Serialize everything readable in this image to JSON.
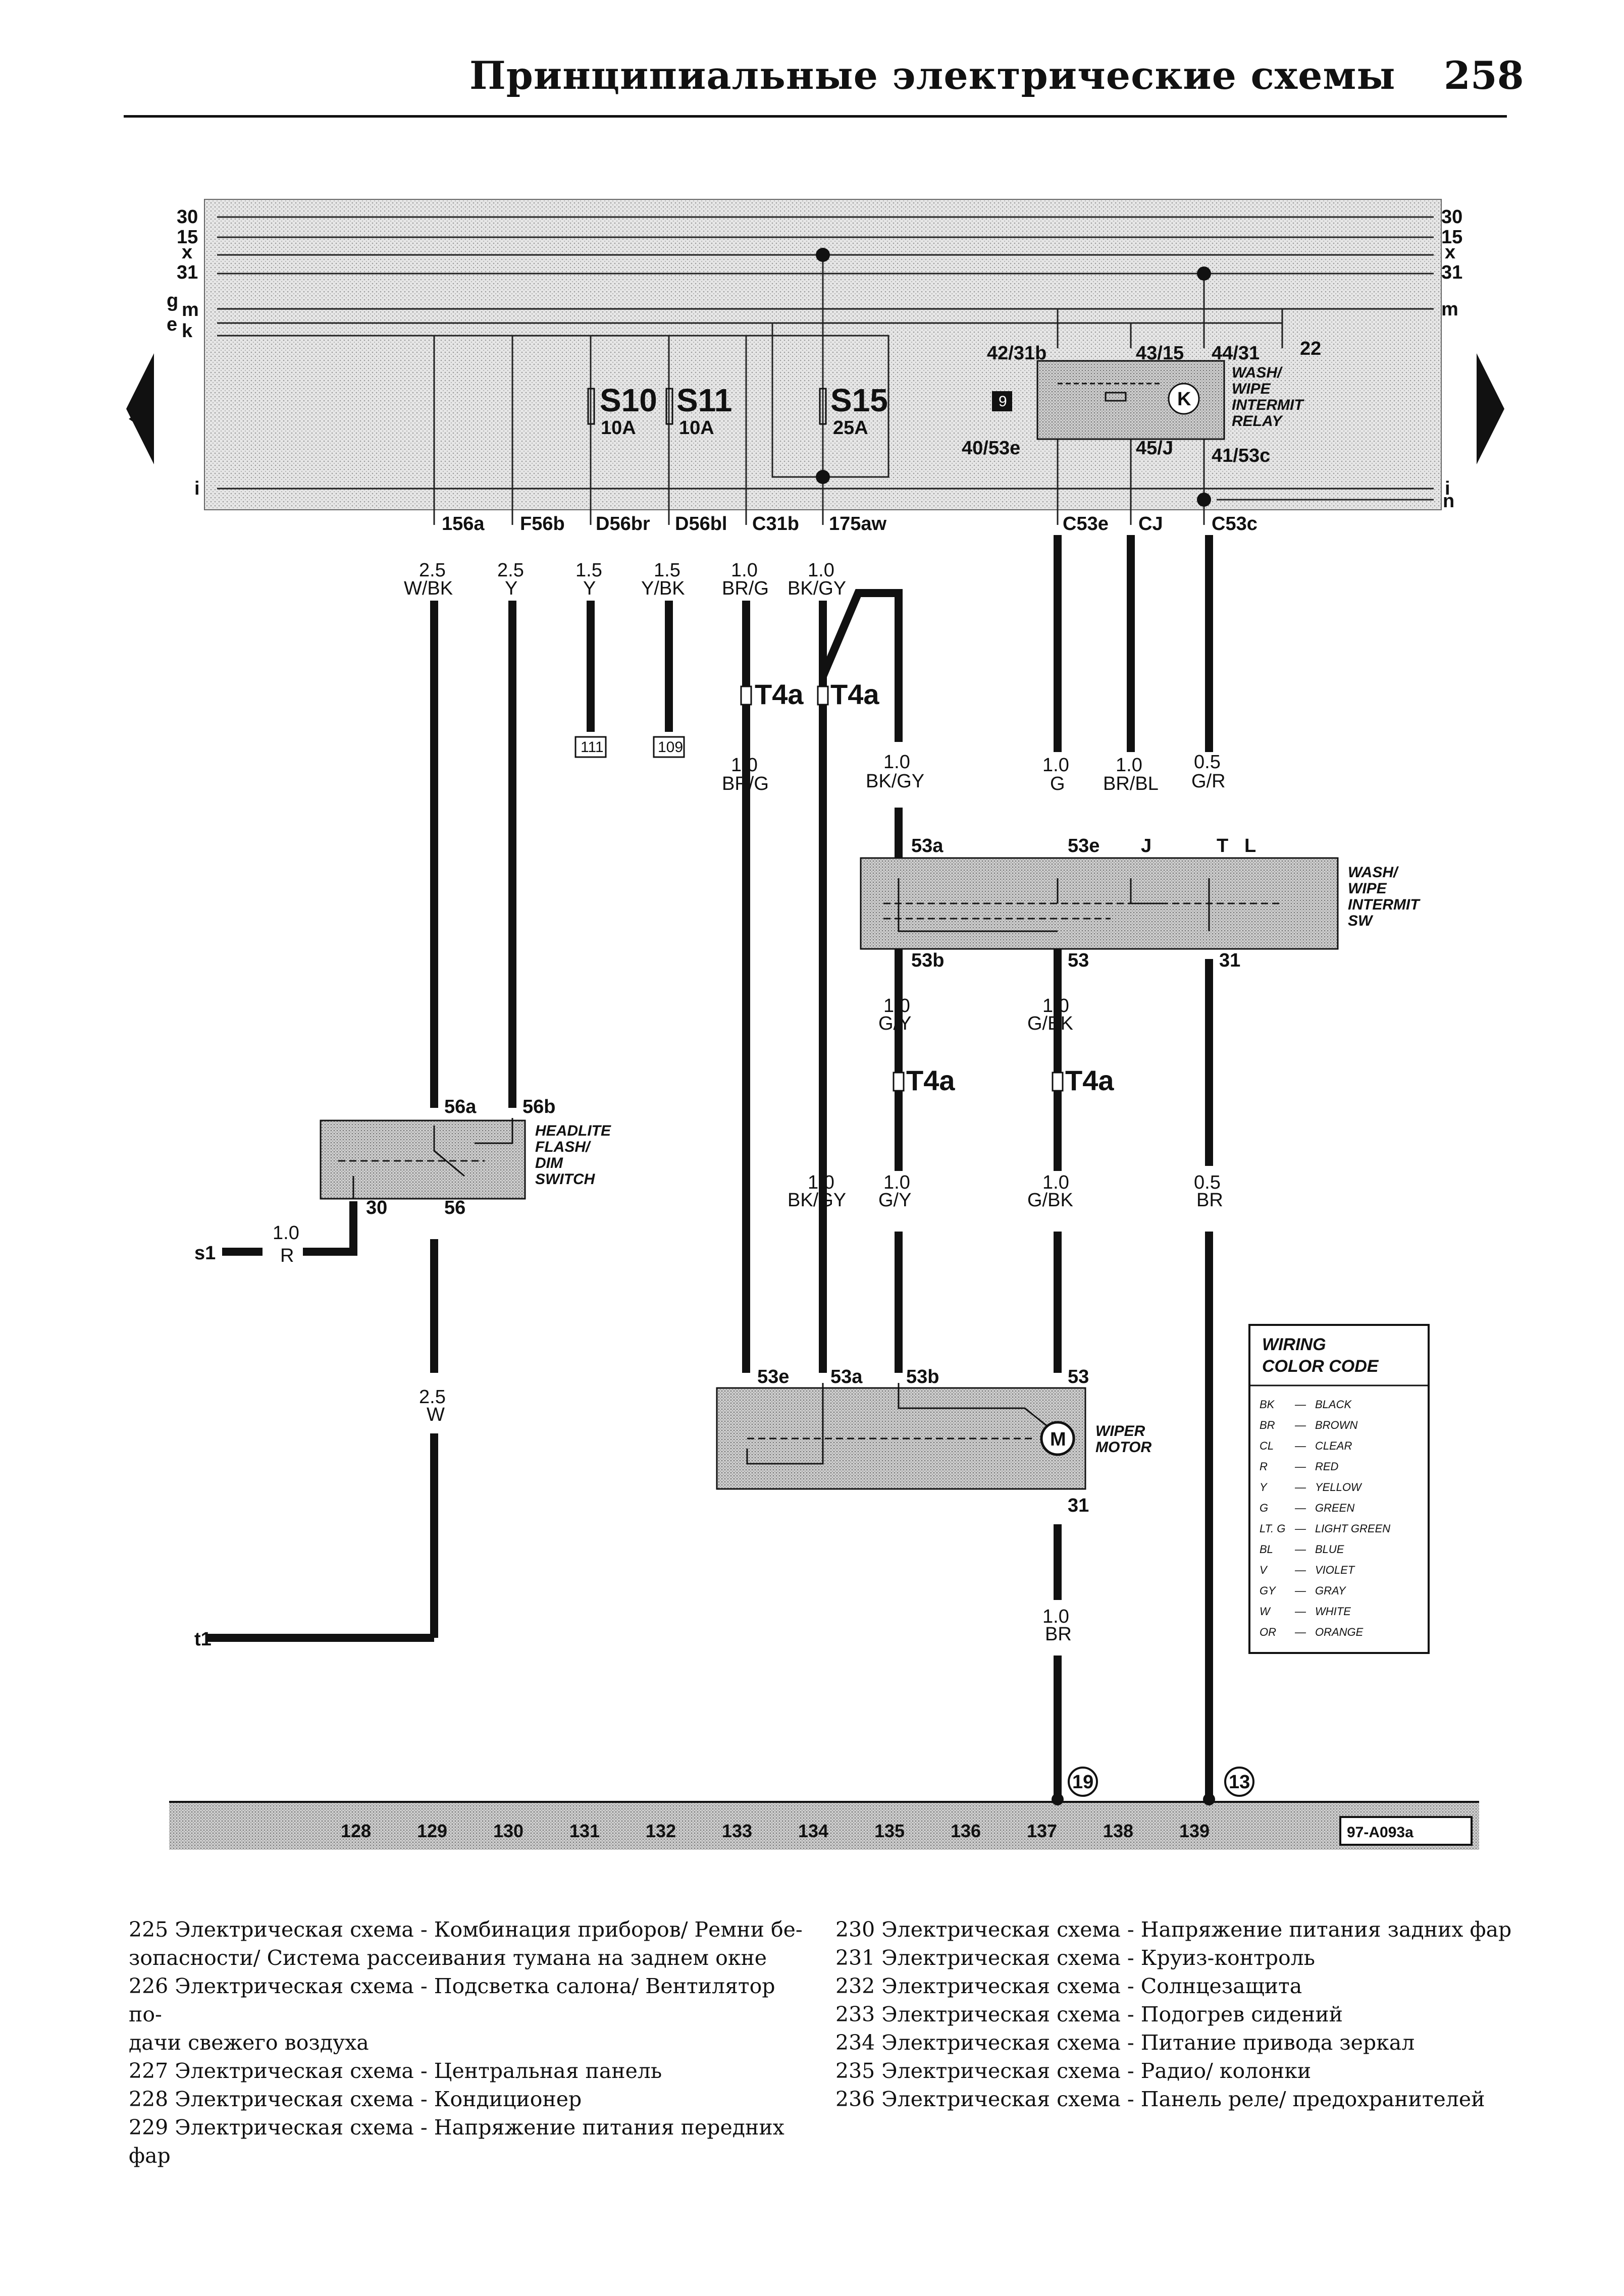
{
  "header": {
    "title": "Принципиальные электрические схемы",
    "page_number": "258"
  },
  "bus_labels": {
    "left": [
      "30",
      "15",
      "x",
      "31",
      "g",
      "m",
      "e",
      "k",
      "i"
    ],
    "right": [
      "30",
      "15",
      "x",
      "31",
      "m",
      "i",
      "n"
    ]
  },
  "fuses": [
    {
      "name": "S10",
      "rating": "10A"
    },
    {
      "name": "S11",
      "rating": "10A"
    },
    {
      "name": "S15",
      "rating": "25A"
    }
  ],
  "relay": {
    "label": [
      "WASH/",
      "WIPE",
      "INTERMIT",
      "RELAY"
    ],
    "badge": "9",
    "pins": [
      "42/31b",
      "43/15",
      "44/31",
      "22",
      "40/53e",
      "45/J",
      "41/53c"
    ]
  },
  "connectors": [
    "156a",
    "F56b",
    "D56br",
    "D56bl",
    "C31b",
    "175aw",
    "C53e",
    "CJ",
    "C53c"
  ],
  "wires": {
    "w156a": {
      "size": "2.5",
      "color": "W/BK"
    },
    "wf56b": {
      "size": "2.5",
      "color": "Y"
    },
    "wd56br": {
      "size": "1.5",
      "color": "Y"
    },
    "wd56bl": {
      "size": "1.5",
      "color": "Y/BK"
    },
    "wc31b": {
      "size": "1.0",
      "color": "BR/G"
    },
    "w175aw": {
      "size": "1.0",
      "color": "BK/GY"
    },
    "w_brg_low": {
      "size": "1.0",
      "color": "BR/G"
    },
    "w_bkgy_mid": {
      "size": "1.0",
      "color": "BK/GY"
    },
    "w_c53e": {
      "size": "1.0",
      "color": "G"
    },
    "w_cj": {
      "size": "1.0",
      "color": "BR/BL"
    },
    "w_c53c": {
      "size": "0.5",
      "color": "G/R"
    },
    "w_53b": {
      "size": "1.0",
      "color": "G/Y"
    },
    "w_53": {
      "size": "1.0",
      "color": "G/BK"
    },
    "w_bkgy_low": {
      "size": "1.0",
      "color": "BK/GY"
    },
    "w_gy_low": {
      "size": "1.0",
      "color": "G/Y"
    },
    "w_gbk_low": {
      "size": "1.0",
      "color": "G/BK"
    },
    "w_br_low": {
      "size": "0.5",
      "color": "BR"
    },
    "w_s1": {
      "size": "1.0",
      "color": "R"
    },
    "w_56": {
      "size": "2.5",
      "color": "W"
    },
    "w_motor31": {
      "size": "1.0",
      "color": "BR"
    }
  },
  "refs": {
    "r111": "111",
    "r109": "109",
    "t4a": "T4a"
  },
  "wash_switch": {
    "label": [
      "WASH/",
      "WIPE",
      "INTERMIT",
      "SW"
    ],
    "pins_top": [
      "53a",
      "53e",
      "J",
      "T",
      "L"
    ],
    "pins_bottom": [
      "53b",
      "53",
      "31"
    ]
  },
  "headlite_switch": {
    "label": [
      "HEADLITE",
      "FLASH/",
      "DIM",
      "SWITCH"
    ],
    "pins_top": [
      "56a",
      "56b"
    ],
    "pins_bottom": [
      "30",
      "56"
    ]
  },
  "wiper_motor": {
    "label": [
      "WIPER",
      "MOTOR"
    ],
    "pins": [
      "53e",
      "53a",
      "53b",
      "53",
      "31"
    ],
    "symbol": "M"
  },
  "off_page": {
    "s1": "s1",
    "t1": "t1"
  },
  "grounds": [
    "19",
    "13"
  ],
  "legend": {
    "title": [
      "WIRING",
      "COLOR CODE"
    ],
    "entries": [
      {
        "code": "BK",
        "name": "BLACK"
      },
      {
        "code": "BR",
        "name": "BROWN"
      },
      {
        "code": "CL",
        "name": "CLEAR"
      },
      {
        "code": "R",
        "name": "RED"
      },
      {
        "code": "Y",
        "name": "YELLOW"
      },
      {
        "code": "G",
        "name": "GREEN"
      },
      {
        "code": "LT. G",
        "name": "LIGHT GREEN"
      },
      {
        "code": "BL",
        "name": "BLUE"
      },
      {
        "code": "V",
        "name": "VIOLET"
      },
      {
        "code": "GY",
        "name": "GRAY"
      },
      {
        "code": "W",
        "name": "WHITE"
      },
      {
        "code": "OR",
        "name": "ORANGE"
      }
    ]
  },
  "bottom_scale": {
    "numbers": [
      "128",
      "129",
      "130",
      "131",
      "132",
      "133",
      "134",
      "135",
      "136",
      "137",
      "138",
      "139"
    ],
    "ref": "97-A093a"
  },
  "captions_left": [
    "225 Электрическая схема - Комбинация приборов/ Ремни бе-",
    "зопасности/ Система рассеивания тумана на заднем окне",
    "226 Электрическая схема - Подсветка салона/ Вентилятор по-",
    "дачи свежего воздуха",
    "227 Электрическая схема - Центральная панель",
    "228 Электрическая схема - Кондиционер",
    "229 Электрическая схема - Напряжение питания передних фар"
  ],
  "captions_right": [
    "230 Электрическая схема - Напряжение питания задних фар",
    "231 Электрическая схема - Круиз-контроль",
    "232 Электрическая схема - Солнцезащита",
    "233 Электрическая схема - Подогрев сидений",
    "234 Электрическая схема - Питание привода зеркал",
    "235 Электрическая схема - Радио/ колонки",
    "236 Электрическая схема - Панель реле/ предохранителей"
  ]
}
